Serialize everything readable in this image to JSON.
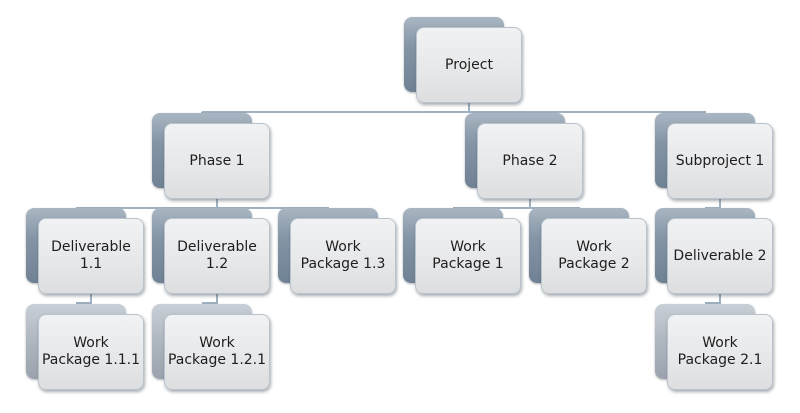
{
  "diagram": {
    "type": "work-breakdown-structure",
    "colors": {
      "connector": "#9fb1c1",
      "box_front": "#e6e7e9",
      "box_back_dark": "#7f91a3",
      "box_back_light": "#aeb6bf",
      "text": "#1e1e1e"
    },
    "nodes": [
      {
        "id": "project",
        "label": "Project",
        "parent": null
      },
      {
        "id": "phase-1",
        "label": "Phase 1",
        "parent": "project"
      },
      {
        "id": "phase-2",
        "label": "Phase 2",
        "parent": "project"
      },
      {
        "id": "subproject-1",
        "label": "Subproject 1",
        "parent": "project"
      },
      {
        "id": "deliverable-1-1",
        "label": "Deliverable\n1.1",
        "parent": "phase-1"
      },
      {
        "id": "deliverable-1-2",
        "label": "Deliverable\n1.2",
        "parent": "phase-1"
      },
      {
        "id": "work-package-1-3",
        "label": "Work\nPackage 1.3",
        "parent": "phase-1"
      },
      {
        "id": "work-package-1",
        "label": "Work\nPackage 1",
        "parent": "phase-2"
      },
      {
        "id": "work-package-2",
        "label": "Work\nPackage 2",
        "parent": "phase-2"
      },
      {
        "id": "deliverable-2",
        "label": "Deliverable 2",
        "parent": "subproject-1"
      },
      {
        "id": "work-package-1-1-1",
        "label": "Work\nPackage 1.1.1",
        "parent": "deliverable-1-1"
      },
      {
        "id": "work-package-1-2-1",
        "label": "Work\nPackage 1.2.1",
        "parent": "deliverable-1-2"
      },
      {
        "id": "work-package-2-1",
        "label": "Work\nPackage 2.1",
        "parent": "deliverable-2"
      }
    ]
  }
}
